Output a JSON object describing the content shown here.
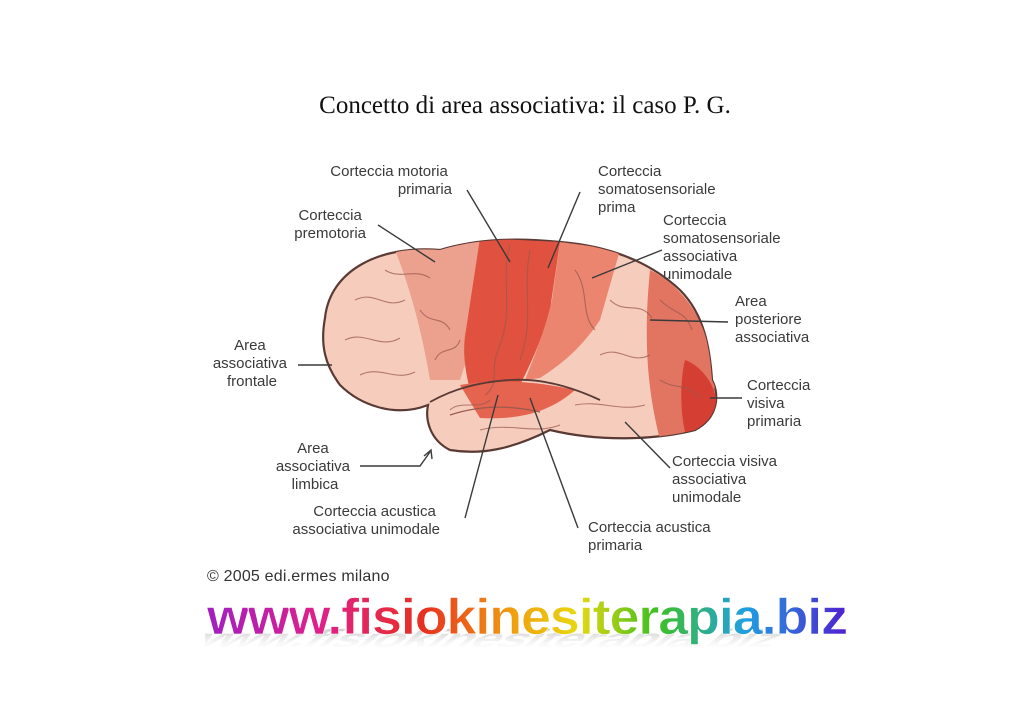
{
  "slide": {
    "title": "Concetto di area associativa: il caso  P. G."
  },
  "diagram": {
    "labels": {
      "motoria": [
        "Corteccia motoria",
        "primaria"
      ],
      "premotoria": [
        "Corteccia",
        "premotoria"
      ],
      "somato_prima": [
        "Corteccia",
        "somatosensoriale",
        "prima"
      ],
      "somato_assoc": [
        "Corteccia",
        "somatosensoriale",
        "associativa",
        "unimodale"
      ],
      "posteriore": [
        "Area",
        "posteriore",
        "associativa"
      ],
      "frontale": [
        "Area",
        "associativa",
        "frontale"
      ],
      "visiva_primaria": [
        "Corteccia",
        "visiva",
        "primaria"
      ],
      "limbica": [
        "Area",
        "associativa",
        "limbica"
      ],
      "visiva_assoc": [
        "Corteccia visiva",
        "associativa",
        "unimodale"
      ],
      "acustica_assoc": [
        "Corteccia acustica",
        "associativa unimodale"
      ],
      "acustica_primaria": [
        "Corteccia acustica",
        "primaria"
      ]
    },
    "colors": {
      "primary_area": "#e0513f",
      "premotor_area": "#eca08e",
      "association_area": "#f6cdbd",
      "outline": "#5a3a34"
    }
  },
  "copyright": "© 2005 edi.ermes milano",
  "watermark": {
    "text": "www.fisiokinesiterapia.biz"
  }
}
